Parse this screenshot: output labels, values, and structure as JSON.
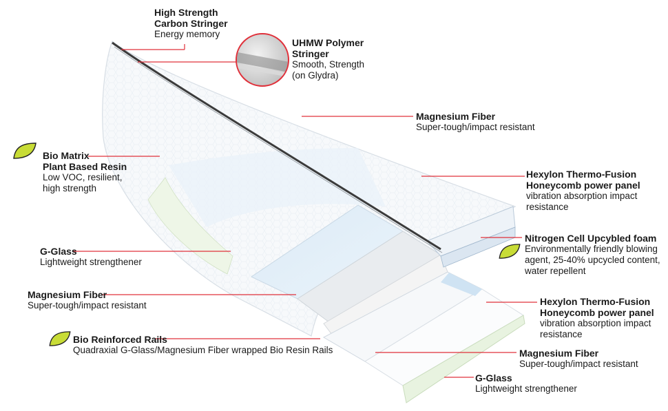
{
  "colors": {
    "leader": "#e0303a",
    "leaf": "#c8dc36",
    "stringer": "#3b3b3b"
  },
  "icons": [
    "leaf-icon",
    "magnifier-icon"
  ],
  "callouts": {
    "carbon_stringer": {
      "title_1": "High Strength",
      "title_2": "Carbon Stringer",
      "desc_1": "Energy memory"
    },
    "uhmw": {
      "title_1": "UHMW Polymer",
      "title_2": "Stringer",
      "desc_1": "Smooth, Strength",
      "desc_2": "(on Glydra)"
    },
    "mag_top": {
      "title_1": "Magnesium Fiber",
      "desc_1": "Super-tough/impact resistant"
    },
    "bio_matrix": {
      "title_1": "Bio Matrix",
      "title_2": "Plant Based Resin",
      "desc_1": "Low VOC, resilient,",
      "desc_2": "high strength"
    },
    "hexylon_top": {
      "title_1": "Hexylon Thermo-Fusion",
      "title_2": "Honeycomb power panel",
      "desc_1": "vibration absorption impact",
      "desc_2": "resistance"
    },
    "nitrogen": {
      "title_1": "Nitrogen Cell Upcybled foam",
      "desc_1": "Environmentally friendly blowing",
      "desc_2": "agent, 25-40% upcycled content,",
      "desc_3": "water repellent"
    },
    "gglass_left": {
      "title_1": "G-Glass",
      "desc_1": "Lightweight strengthener"
    },
    "mag_left": {
      "title_1": "Magnesium Fiber",
      "desc_1": "Super-tough/impact resistant"
    },
    "hexylon_bottom": {
      "title_1": "Hexylon Thermo-Fusion",
      "title_2": "Honeycomb power panel",
      "desc_1": "vibration absorption impact",
      "desc_2": "resistance"
    },
    "rails": {
      "title_1": "Bio Reinforced Rails",
      "desc_1": "Quadraxial G-Glass/Magnesium Fiber wrapped Bio Resin Rails"
    },
    "mag_bottom": {
      "title_1": "Magnesium Fiber",
      "desc_1": "Super-tough/impact resistant"
    },
    "gglass_bottom": {
      "title_1": "G-Glass",
      "desc_1": "Lightweight strengthener"
    }
  }
}
